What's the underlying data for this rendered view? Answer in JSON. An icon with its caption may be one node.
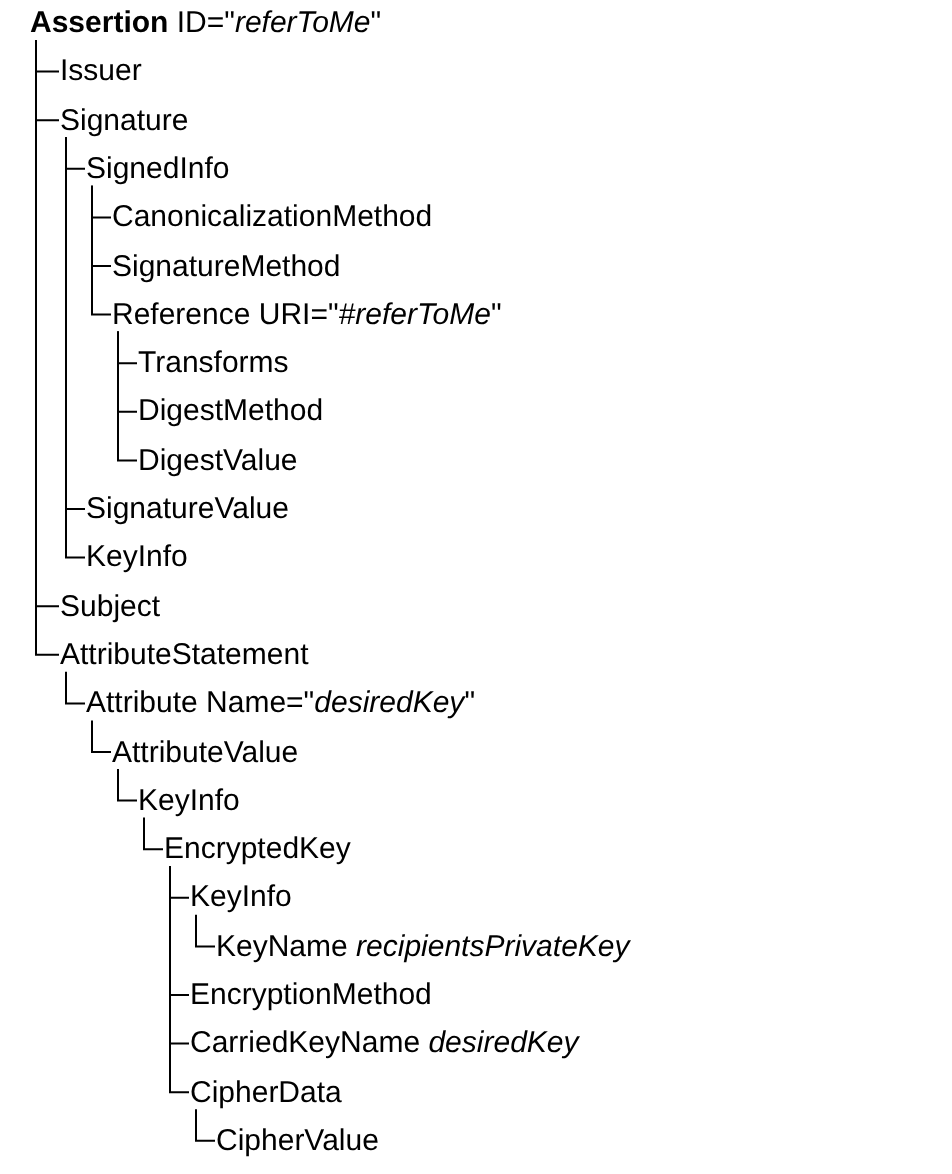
{
  "diagram": {
    "nodes": [
      {
        "text": [
          "**Assertion** ID=\"*referToMe*\""
        ]
      },
      {
        "text": [
          "Issuer"
        ]
      },
      {
        "text": [
          "Signature"
        ]
      },
      {
        "text": [
          "SignedInfo"
        ]
      },
      {
        "text": [
          "CanonicalizationMethod"
        ]
      },
      {
        "text": [
          "SignatureMethod"
        ]
      },
      {
        "text": [
          "Reference URI=\"*#referToMe*\""
        ]
      },
      {
        "text": [
          "Transforms"
        ]
      },
      {
        "text": [
          "DigestMethod"
        ]
      },
      {
        "text": [
          "DigestValue"
        ]
      },
      {
        "text": [
          "SignatureValue"
        ]
      },
      {
        "text": [
          "KeyInfo"
        ]
      },
      {
        "text": [
          "Subject"
        ]
      },
      {
        "text": [
          "AttributeStatement"
        ]
      },
      {
        "text": [
          "Attribute Name=\"*desiredKey*\""
        ]
      },
      {
        "text": [
          "AttributeValue"
        ]
      },
      {
        "text": [
          "KeyInfo"
        ]
      },
      {
        "text": [
          "EncryptedKey"
        ]
      },
      {
        "text": [
          "KeyInfo"
        ]
      },
      {
        "text": [
          "KeyName *recipientsPrivateKey*"
        ]
      },
      {
        "text": [
          "EncryptionMethod"
        ]
      },
      {
        "text": [
          "CarriedKeyName *desiredKey*"
        ]
      },
      {
        "text": [
          "CipherData"
        ]
      },
      {
        "text": [
          "CipherValue"
        ]
      }
    ],
    "edges": [
      {
        "from": 0,
        "to": 1,
        "arrow": "none"
      },
      {
        "from": 0,
        "to": 2,
        "arrow": "none"
      },
      {
        "from": 2,
        "to": 3,
        "arrow": "none"
      },
      {
        "from": 3,
        "to": 4,
        "arrow": "none"
      },
      {
        "from": 3,
        "to": 5,
        "arrow": "none"
      },
      {
        "from": 3,
        "to": 6,
        "arrow": "none"
      },
      {
        "from": 6,
        "to": 7,
        "arrow": "none"
      },
      {
        "from": 6,
        "to": 8,
        "arrow": "none"
      },
      {
        "from": 6,
        "to": 9,
        "arrow": "none"
      },
      {
        "from": 2,
        "to": 10,
        "arrow": "none"
      },
      {
        "from": 2,
        "to": 11,
        "arrow": "none"
      },
      {
        "from": 0,
        "to": 12,
        "arrow": "none"
      },
      {
        "from": 0,
        "to": 13,
        "arrow": "none"
      },
      {
        "from": 13,
        "to": 14,
        "arrow": "none"
      },
      {
        "from": 14,
        "to": 15,
        "arrow": "none"
      },
      {
        "from": 15,
        "to": 16,
        "arrow": "none"
      },
      {
        "from": 16,
        "to": 17,
        "arrow": "none"
      },
      {
        "from": 17,
        "to": 18,
        "arrow": "none"
      },
      {
        "from": 18,
        "to": 19,
        "arrow": "none"
      },
      {
        "from": 17,
        "to": 20,
        "arrow": "none"
      },
      {
        "from": 17,
        "to": 21,
        "arrow": "none"
      },
      {
        "from": 17,
        "to": 22,
        "arrow": "none"
      },
      {
        "from": 22,
        "to": 23,
        "arrow": "none"
      }
    ]
  }
}
